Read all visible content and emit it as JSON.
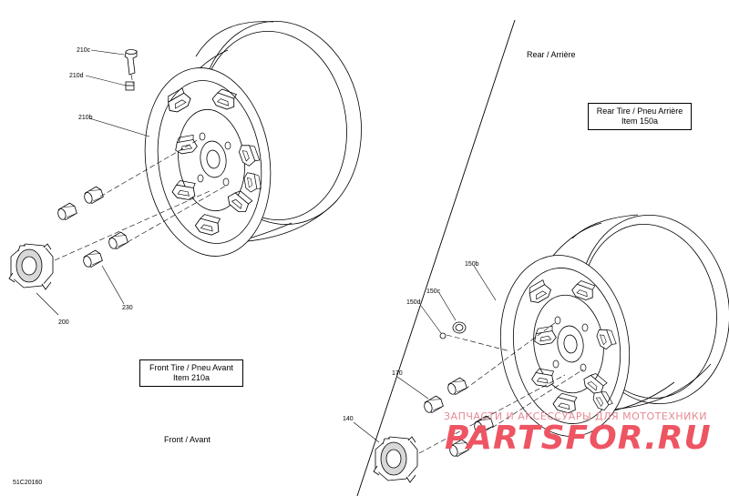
{
  "parts": {
    "p210c": "210c",
    "p210d": "210d",
    "p210b": "210b",
    "p200": "200",
    "p230": "230",
    "p150b": "150b",
    "p150c": "150c",
    "p150d": "150d",
    "p170": "170",
    "p140": "140"
  },
  "labels": {
    "rear": "Rear / Arrière",
    "front": "Front / Avant",
    "rear_tire_line1": "Rear Tire / Pneu Arrière",
    "rear_tire_line2": "Item 150a",
    "front_tire_line1": "Front Tire / Pneu Avant",
    "front_tire_line2": "Item 210a",
    "drawing_code": "51C20160"
  },
  "watermark": {
    "line1": "ЗАПЧАСТИ И АКСЕССУАРЫ ДЛЯ МОТОТЕХНИКИ",
    "line2": "PARTSFOR.RU"
  },
  "colors": {
    "line": "#000000",
    "watermark": "#ee5563"
  }
}
